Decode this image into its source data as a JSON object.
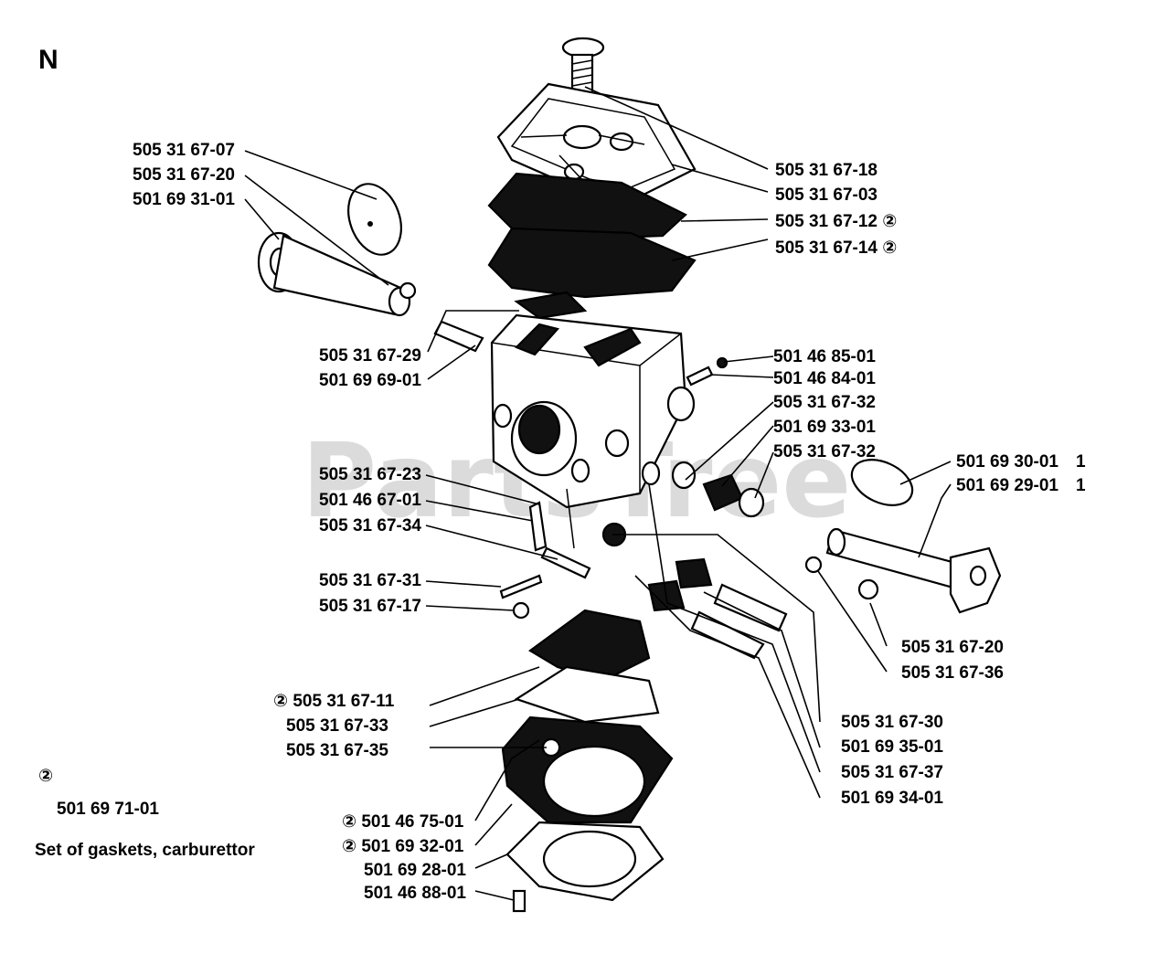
{
  "page_letter": "N",
  "watermark": "PartsTree",
  "callouts": [
    {
      "part_no": "505 31 67-07"
    },
    {
      "part_no": "505 31 67-20"
    },
    {
      "part_no": "501 69 31-01"
    },
    {
      "part_no": "505 31 67-18"
    },
    {
      "part_no": "505 31 67-03"
    },
    {
      "part_no": "505 31 67-12 ②"
    },
    {
      "part_no": "505 31 67-14 ②"
    },
    {
      "part_no": "505 31 67-29"
    },
    {
      "part_no": "501 69 69-01"
    },
    {
      "part_no": "501 46 85-01"
    },
    {
      "part_no": "501 46 84-01"
    },
    {
      "part_no": "505 31 67-32"
    },
    {
      "part_no": "501 69 33-01"
    },
    {
      "part_no": "505 31 67-32"
    },
    {
      "part_no": "501 69 30-01"
    },
    {
      "part_no": "501 69 29-01"
    },
    {
      "part_no": "505 31 67-23"
    },
    {
      "part_no": "501 46 67-01"
    },
    {
      "part_no": "505 31 67-34"
    },
    {
      "part_no": "505 31 67-31"
    },
    {
      "part_no": "505 31 67-17"
    },
    {
      "part_no": "505 31 67-20"
    },
    {
      "part_no": "505 31 67-36"
    },
    {
      "part_no": "② 505 31 67-11"
    },
    {
      "part_no": "505 31 67-33"
    },
    {
      "part_no": "505 31 67-35"
    },
    {
      "part_no": "505 31 67-30"
    },
    {
      "part_no": "501 69 35-01"
    },
    {
      "part_no": "505 31 67-37"
    },
    {
      "part_no": "501 69 34-01"
    },
    {
      "part_no": "② 501 46 75-01"
    },
    {
      "part_no": "② 501 69 32-01"
    },
    {
      "part_no": "501 69 28-01"
    },
    {
      "part_no": "501 46 88-01"
    }
  ],
  "quantities": {
    "q1": "1",
    "q2": "1"
  },
  "footnote": {
    "marker": "②",
    "part_no": "501 69 71-01",
    "description": "Set of gaskets, carburettor"
  }
}
